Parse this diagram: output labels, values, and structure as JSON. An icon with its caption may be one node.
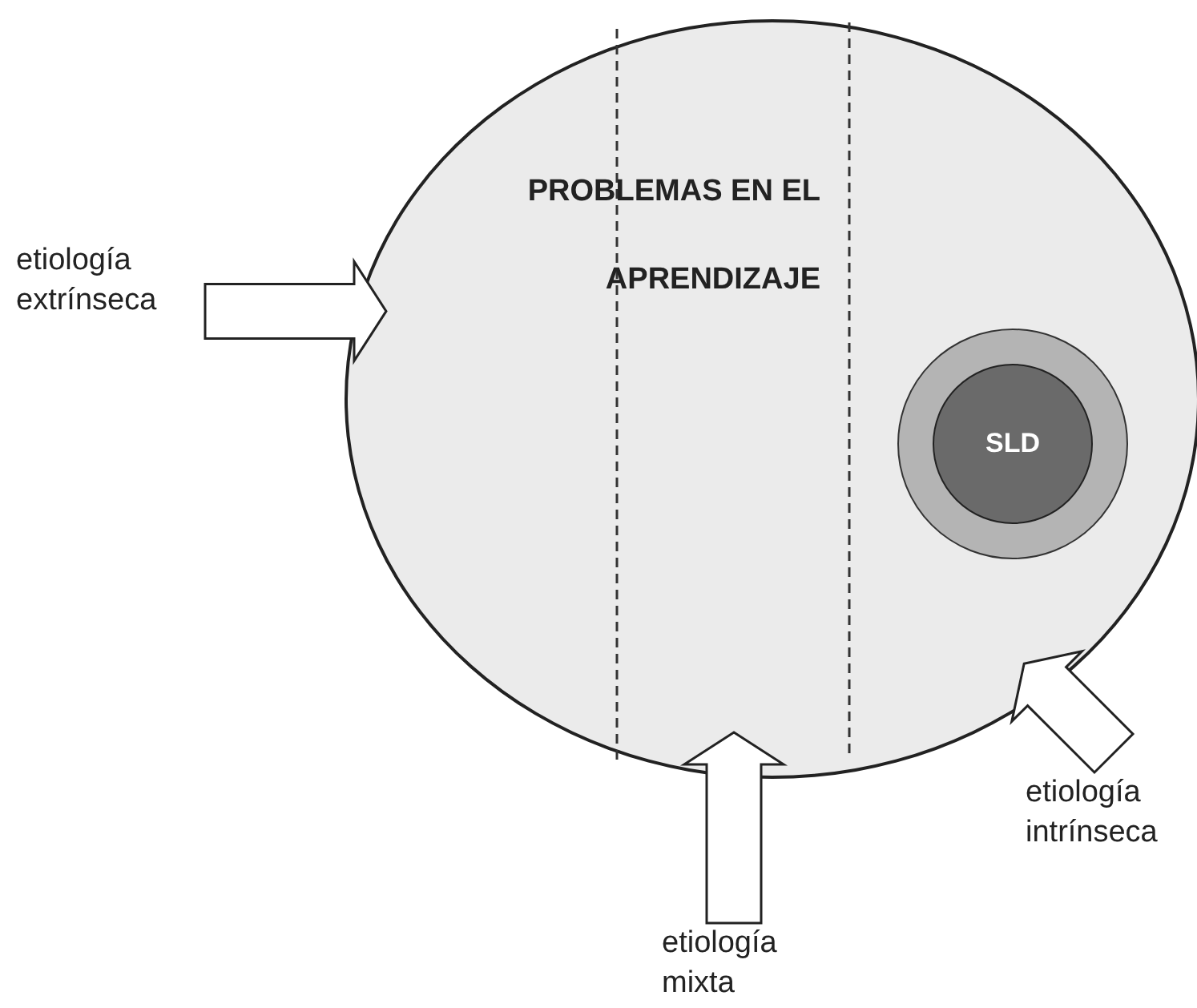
{
  "diagram": {
    "nodes": [
      {
        "text": [
          "PROBLEMAS EN EL APRENDIZAJE"
        ]
      },
      {
        "text": [],
        "shape": "circle",
        "in": 0
      },
      {
        "text": [
          "SLD"
        ],
        "in": 1
      },
      {
        "text": [
          "etiología extrínseca"
        ]
      },
      {
        "text": [
          "etiología intrínseca"
        ]
      },
      {
        "text": [
          "etiología mixta"
        ]
      }
    ],
    "edges": [
      {
        "from": 3,
        "to": 0,
        "arrow": "to"
      },
      {
        "from": 4,
        "to": 0,
        "arrow": "to"
      },
      {
        "from": 5,
        "to": 0,
        "arrow": "to"
      }
    ]
  }
}
